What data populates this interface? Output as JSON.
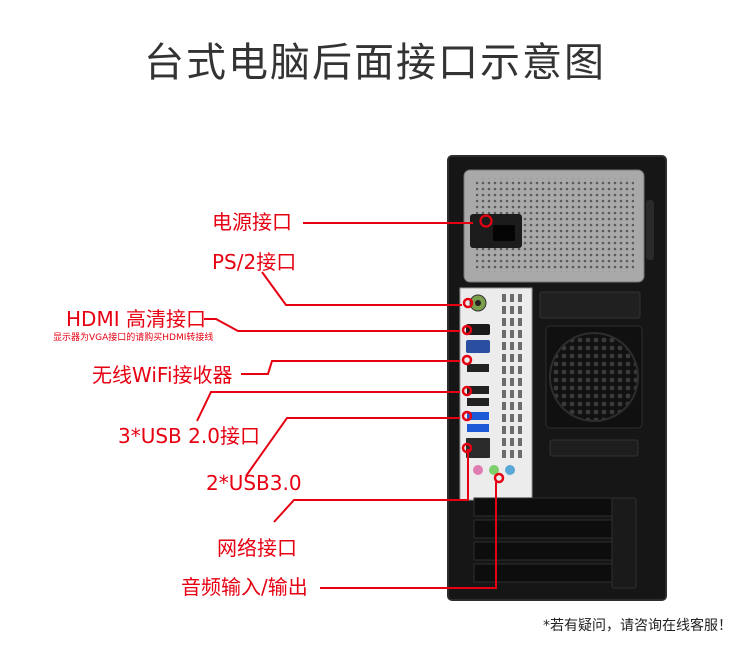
{
  "title": "台式电脑后面接口示意图",
  "labels": {
    "power": "电源接口",
    "ps2": "PS/2接口",
    "hdmi": "HDMI 高清接口",
    "hdmi_note": "显示器为VGA接口的请购买HDMI转接线",
    "wifi": "无线WiFi接收器",
    "usb2": "3*USB 2.0接口",
    "usb3": "2*USB3.0",
    "network": "网络接口",
    "audio": "音频输入/输出"
  },
  "footnote": "*若有疑问，请咨询在线客服！",
  "colors": {
    "accent": "#e60012",
    "title": "#333333",
    "case": "#161616",
    "psu": "#a9a9a9"
  }
}
